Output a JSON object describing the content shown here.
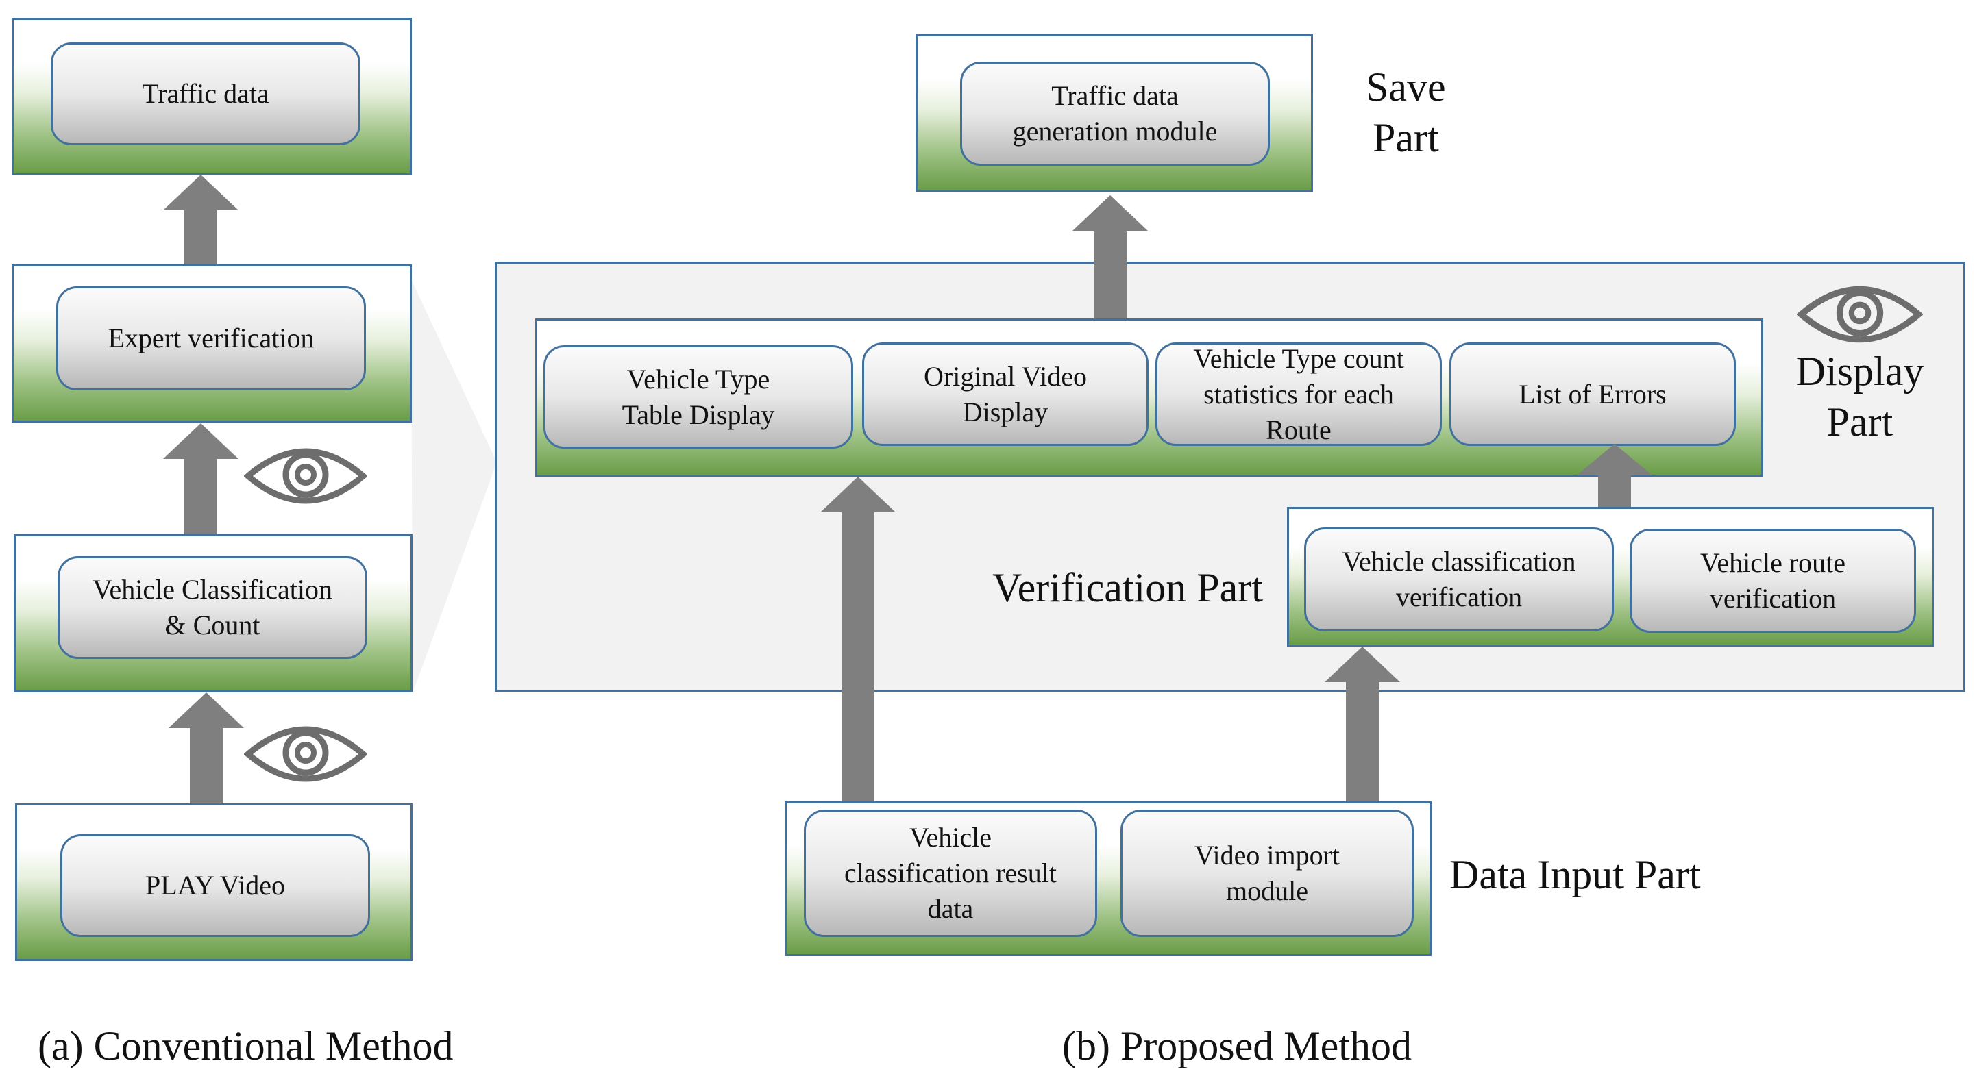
{
  "conventional": {
    "caption": "(a) Conventional Method",
    "boxes": {
      "traffic_data": "Traffic data",
      "expert_verification": "Expert verification",
      "classification_count": "Vehicle Classification\n& Count",
      "play_video": "PLAY Video"
    }
  },
  "proposed": {
    "caption": "(b) Proposed Method",
    "save": {
      "label": "Save\nPart",
      "module": "Traffic data\ngeneration module"
    },
    "display": {
      "label": "Display\nPart",
      "items": [
        "Vehicle Type\nTable Display",
        "Original Video\nDisplay",
        "Vehicle Type count\nstatistics for each\nRoute",
        "List of Errors"
      ]
    },
    "verification": {
      "label": "Verification Part",
      "items": [
        "Vehicle classification\nverification",
        "Vehicle route\nverification"
      ]
    },
    "input": {
      "label": "Data Input Part",
      "items": [
        "Vehicle\nclassification result\ndata",
        "Video import\nmodule"
      ]
    }
  },
  "colors": {
    "arrow": "#7f7f7f",
    "border": "#41719c",
    "green": "#6a9d48",
    "panel_gray": "#f2f2f2",
    "eye": "#6d6d6d"
  },
  "icons": [
    "eye-icon",
    "up-arrow-icon"
  ]
}
